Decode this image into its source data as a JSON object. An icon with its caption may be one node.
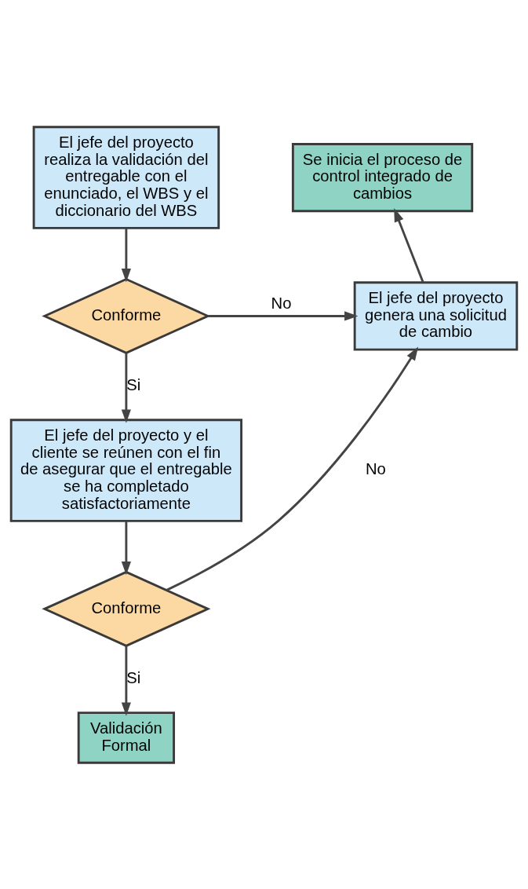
{
  "diagram": {
    "nodes": [
      {
        "text": [
          "El jefe del proyecto realiza la validación del entregable con el enunciado, el WBS y el diccionario del WBS"
        ]
      },
      {
        "text": [
          "Se inicia el proceso de control integrado de cambios"
        ]
      },
      {
        "text": [
          "El jefe del proyecto genera una solicitud de cambio"
        ]
      },
      {
        "text": [
          "Conforme"
        ]
      },
      {
        "text": [
          "El jefe del proyecto y el cliente se reúnen con el fin de asegurar que el entregable se ha completado satisfactoriamente"
        ]
      },
      {
        "text": [
          "Conforme"
        ]
      },
      {
        "text": [
          "Validación Formal"
        ]
      }
    ],
    "edges": [
      {
        "from": 0,
        "to": 3,
        "arrow": "to"
      },
      {
        "from": 3,
        "to": 2,
        "arrow": "to",
        "label": "No"
      },
      {
        "from": 2,
        "to": 1,
        "arrow": "to"
      },
      {
        "from": 3,
        "to": 4,
        "arrow": "to",
        "label": "Si"
      },
      {
        "from": 4,
        "to": 5,
        "arrow": "to"
      },
      {
        "from": 5,
        "to": 2,
        "arrow": "to",
        "label": "No"
      },
      {
        "from": 5,
        "to": 6,
        "arrow": "to",
        "label": "Si"
      }
    ]
  }
}
